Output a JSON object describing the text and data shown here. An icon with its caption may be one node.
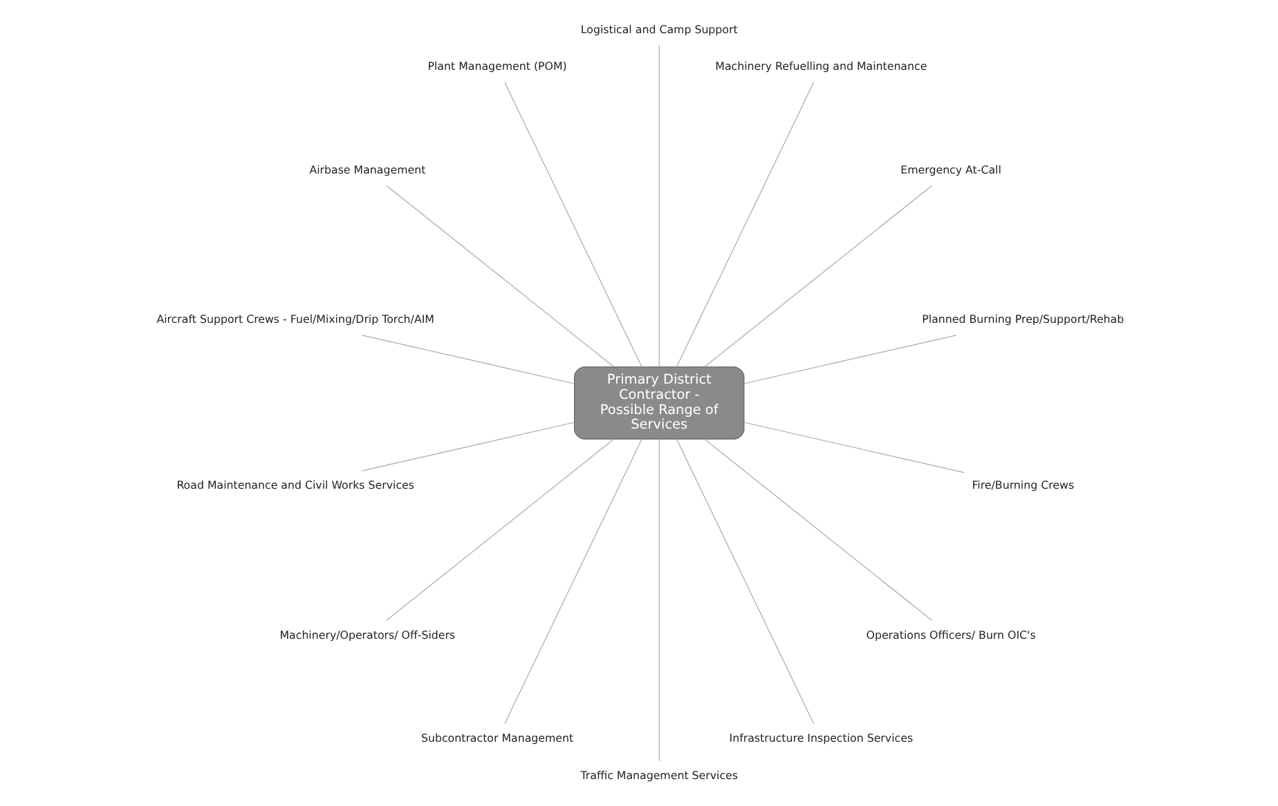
{
  "diagram": {
    "nodes": [
      {
        "text": [
          "Primary District Contractor - Possible Range of Services"
        ]
      },
      {
        "text": [
          "Planned Burning Prep/Support/Rehab"
        ]
      },
      {
        "text": [
          "Emergency At-Call"
        ]
      },
      {
        "text": [
          "Machinery Refuelling and Maintenance"
        ]
      },
      {
        "text": [
          "Logistical and Camp Support"
        ]
      },
      {
        "text": [
          "Plant Management (POM)"
        ]
      },
      {
        "text": [
          "Airbase Management"
        ]
      },
      {
        "text": [
          "Aircraft Support Crews - Fuel/Mixing/Drip Torch/AIM"
        ]
      },
      {
        "text": [
          "Road Maintenance and Civil Works Services"
        ]
      },
      {
        "text": [
          "Machinery/Operators/ Off-Siders"
        ]
      },
      {
        "text": [
          "Subcontractor Management"
        ]
      },
      {
        "text": [
          "Traffic Management Services"
        ]
      },
      {
        "text": [
          "Infrastructure Inspection Services"
        ]
      },
      {
        "text": [
          "Operations Officers/ Burn OIC's"
        ]
      },
      {
        "text": [
          "Fire/Burning Crews"
        ]
      }
    ],
    "edges": [
      {
        "from": 0,
        "to": 1,
        "arrow": "none"
      },
      {
        "from": 0,
        "to": 2,
        "arrow": "none"
      },
      {
        "from": 0,
        "to": 3,
        "arrow": "none"
      },
      {
        "from": 0,
        "to": 4,
        "arrow": "none"
      },
      {
        "from": 0,
        "to": 5,
        "arrow": "none"
      },
      {
        "from": 0,
        "to": 6,
        "arrow": "none"
      },
      {
        "from": 0,
        "to": 7,
        "arrow": "none"
      },
      {
        "from": 0,
        "to": 8,
        "arrow": "none"
      },
      {
        "from": 0,
        "to": 9,
        "arrow": "none"
      },
      {
        "from": 0,
        "to": 10,
        "arrow": "none"
      },
      {
        "from": 0,
        "to": 11,
        "arrow": "none"
      },
      {
        "from": 0,
        "to": 12,
        "arrow": "none"
      },
      {
        "from": 0,
        "to": 13,
        "arrow": "none"
      },
      {
        "from": 0,
        "to": 14,
        "arrow": "none"
      }
    ]
  }
}
